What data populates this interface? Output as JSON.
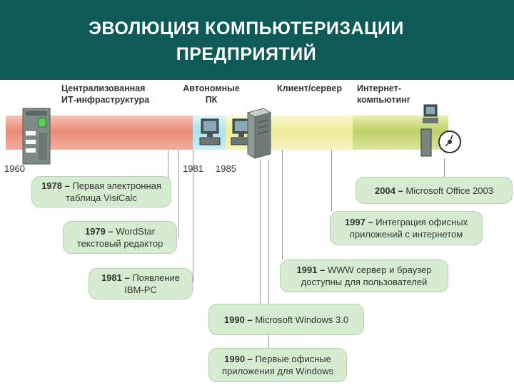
{
  "title": {
    "line1": "ЭВОЛЮЦИЯ КОМПЬЮТЕРИЗАЦИИ",
    "line2": "ПРЕДПРИЯТИЙ"
  },
  "eras": [
    {
      "line1": "Централизованная",
      "line2": "ИТ-инфраструктура",
      "color": "#e98a76"
    },
    {
      "line1": "Автономные",
      "line2": "ПК",
      "color": "#a9e2ee"
    },
    {
      "line1": "Клиент/сервер",
      "line2": "",
      "color": "#eeeb98"
    },
    {
      "line1": "Интернет-",
      "line2": "компьютинг",
      "color": "#bfd06a"
    }
  ],
  "years": [
    "1960",
    "1981",
    "1985"
  ],
  "events": [
    {
      "year": "1978 –",
      "line1": "Первая электронная",
      "line2": "таблица VisiCalc"
    },
    {
      "year": "1979 –",
      "line1": "WordStar",
      "line2": "текстовый редактор"
    },
    {
      "year": "1981 –",
      "line1": "Появление",
      "line2": "IBM-PC"
    },
    {
      "year": "1990 –",
      "line1": "Microsoft Windows 3.0",
      "line2": ""
    },
    {
      "year": "1990 –",
      "line1": "Первые офисные",
      "line2": "приложения для Windows"
    },
    {
      "year": "1991 –",
      "line1": "WWW сервер и браузер",
      "line2": "доступны для пользователей"
    },
    {
      "year": "1997 –",
      "line1": "Интеграция офисных",
      "line2": "приложений с интернетом"
    },
    {
      "year": "2004 –",
      "line1": "Microsoft Office 2003",
      "line2": ""
    }
  ],
  "box_color": "#d6ecd1",
  "header_color": "#0d5a56",
  "icons": [
    "mainframe-icon",
    "pc-icon",
    "server-icon",
    "network-globe-icon"
  ]
}
